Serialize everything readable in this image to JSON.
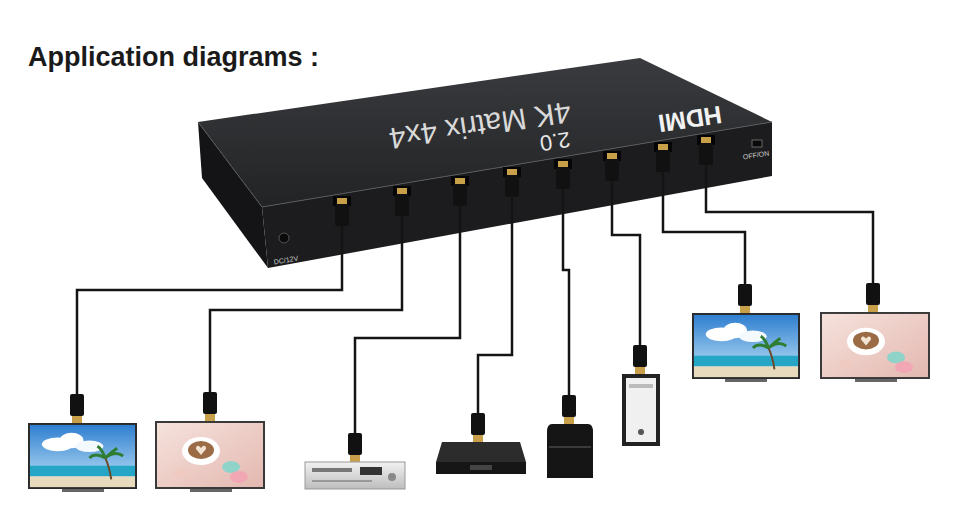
{
  "diagram": {
    "title": "Application diagrams :",
    "nodes": [
      {
        "text": [
          "4K Matrix 4x4",
          "HDMI",
          "2.0",
          "DC/12V",
          "OFF/ON"
        ]
      }
    ]
  }
}
